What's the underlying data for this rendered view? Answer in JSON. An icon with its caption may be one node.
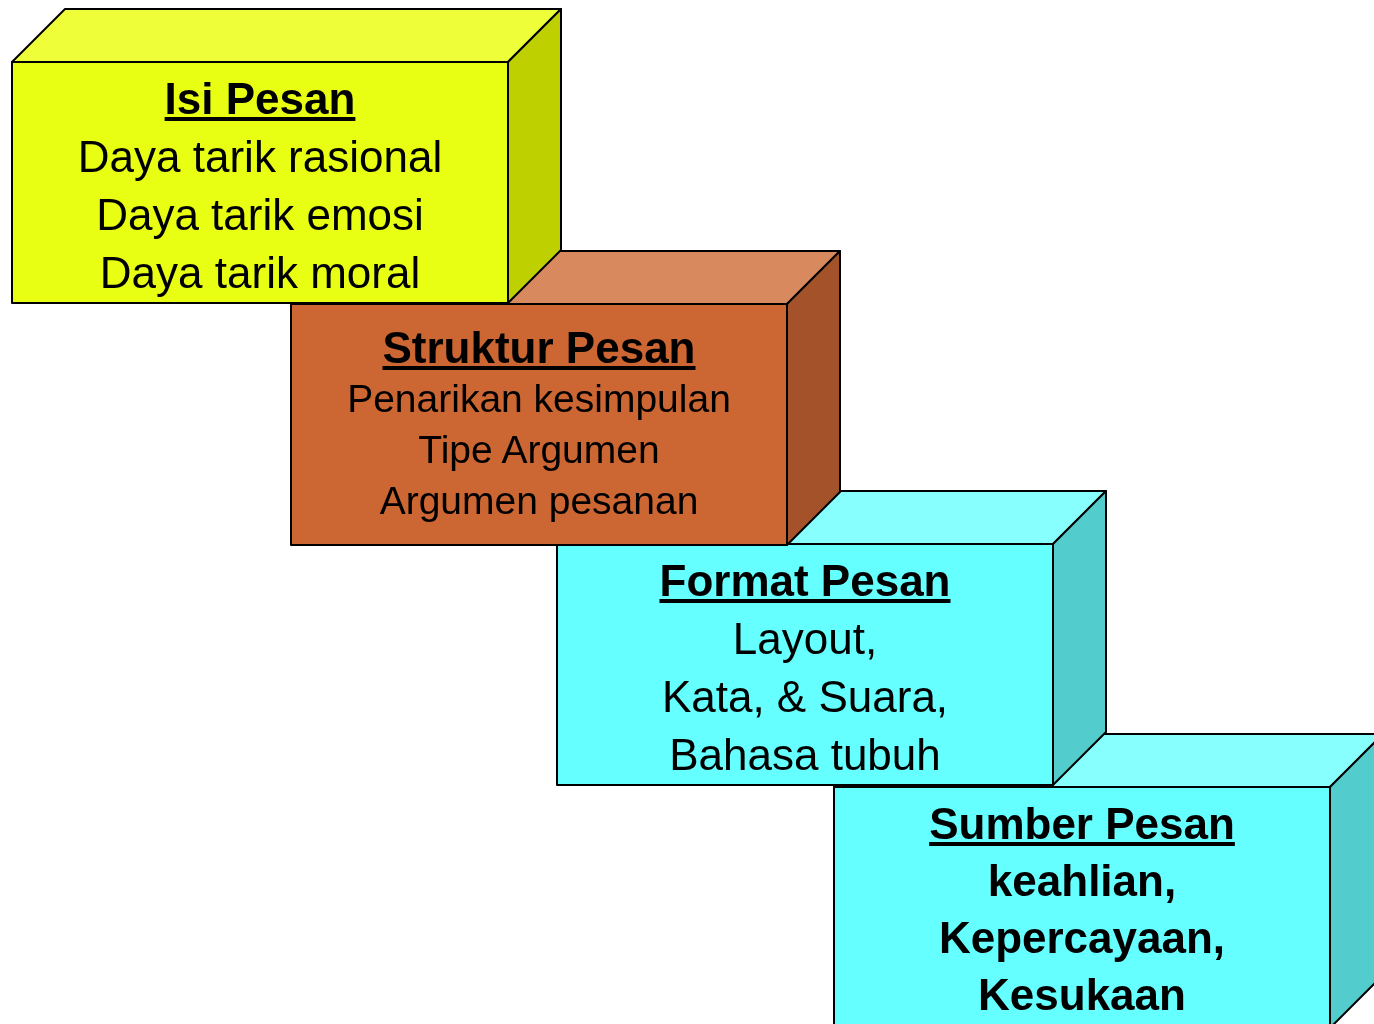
{
  "diagram": {
    "nodes": [
      {
        "text": [
          "Isi Pesan",
          "Daya tarik rasional",
          "Daya tarik emosi",
          "Daya tarik moral"
        ]
      },
      {
        "text": [
          "Struktur Pesan",
          "Penarikan kesimpulan",
          "Tipe Argumen",
          "Argumen pesanan"
        ]
      },
      {
        "text": [
          "Format Pesan",
          "Layout,",
          "Kata, & Suara,",
          "Bahasa tubuh"
        ]
      },
      {
        "text": [
          "Sumber Pesan",
          "keahlian,",
          "Kepercayaan,",
          "Kesukaan"
        ]
      }
    ]
  }
}
